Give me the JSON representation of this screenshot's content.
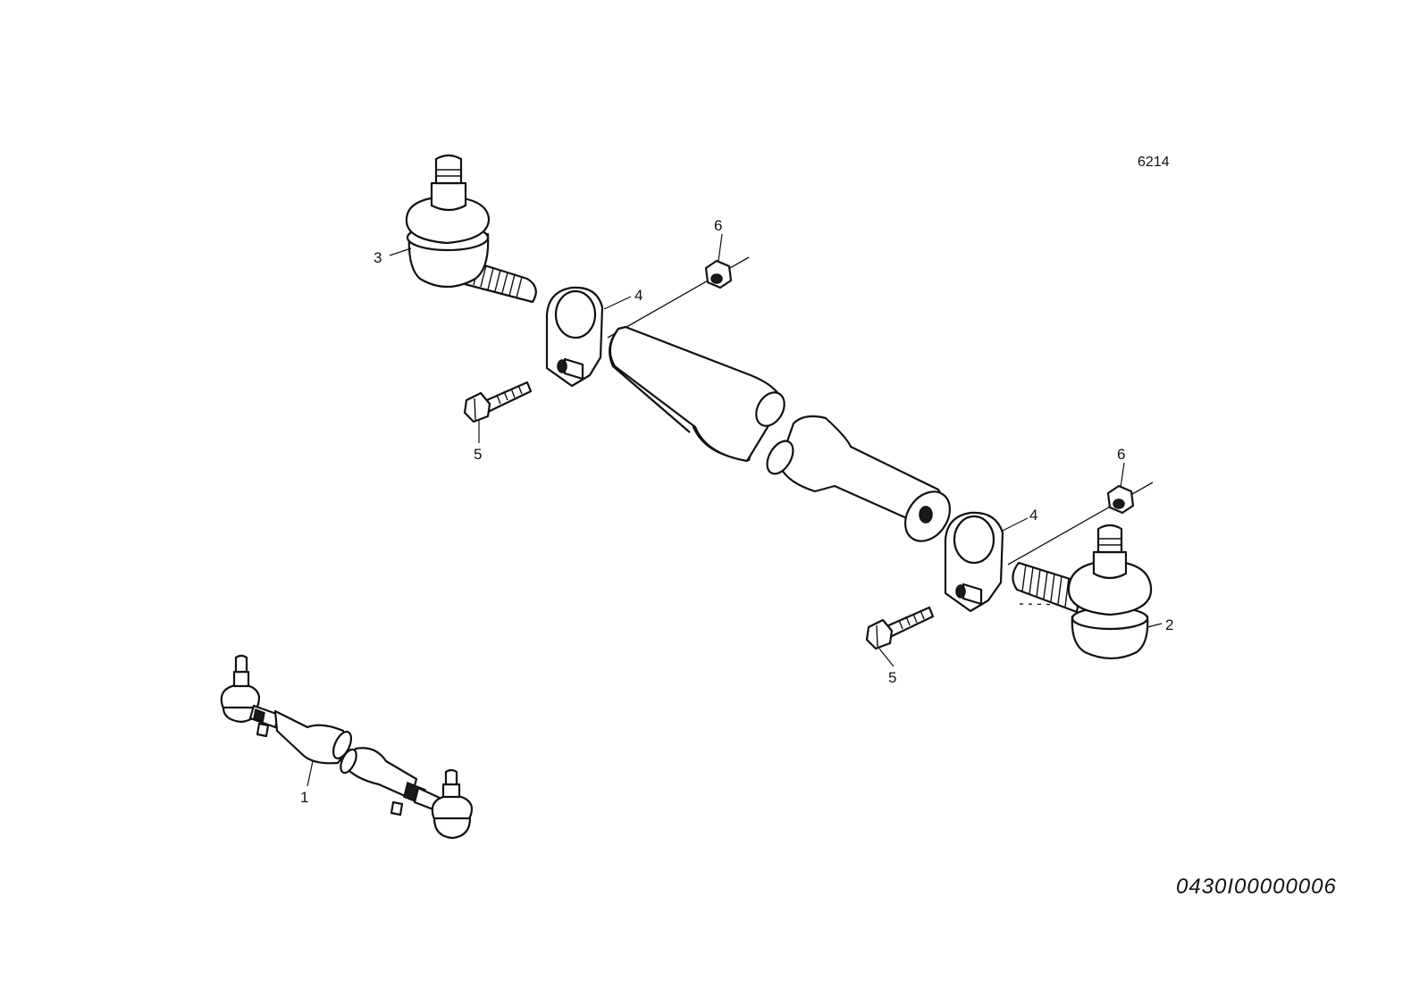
{
  "figure_number": "6214",
  "document_id": "0430I00000006",
  "callouts": {
    "assembly": "1",
    "tie_rod_end_right": "2",
    "tie_rod_end_left": "3",
    "clamp_upper": "4",
    "clamp_lower": "4",
    "bolt_upper": "5",
    "bolt_lower": "5",
    "nut_upper": "6",
    "nut_lower": "6"
  }
}
